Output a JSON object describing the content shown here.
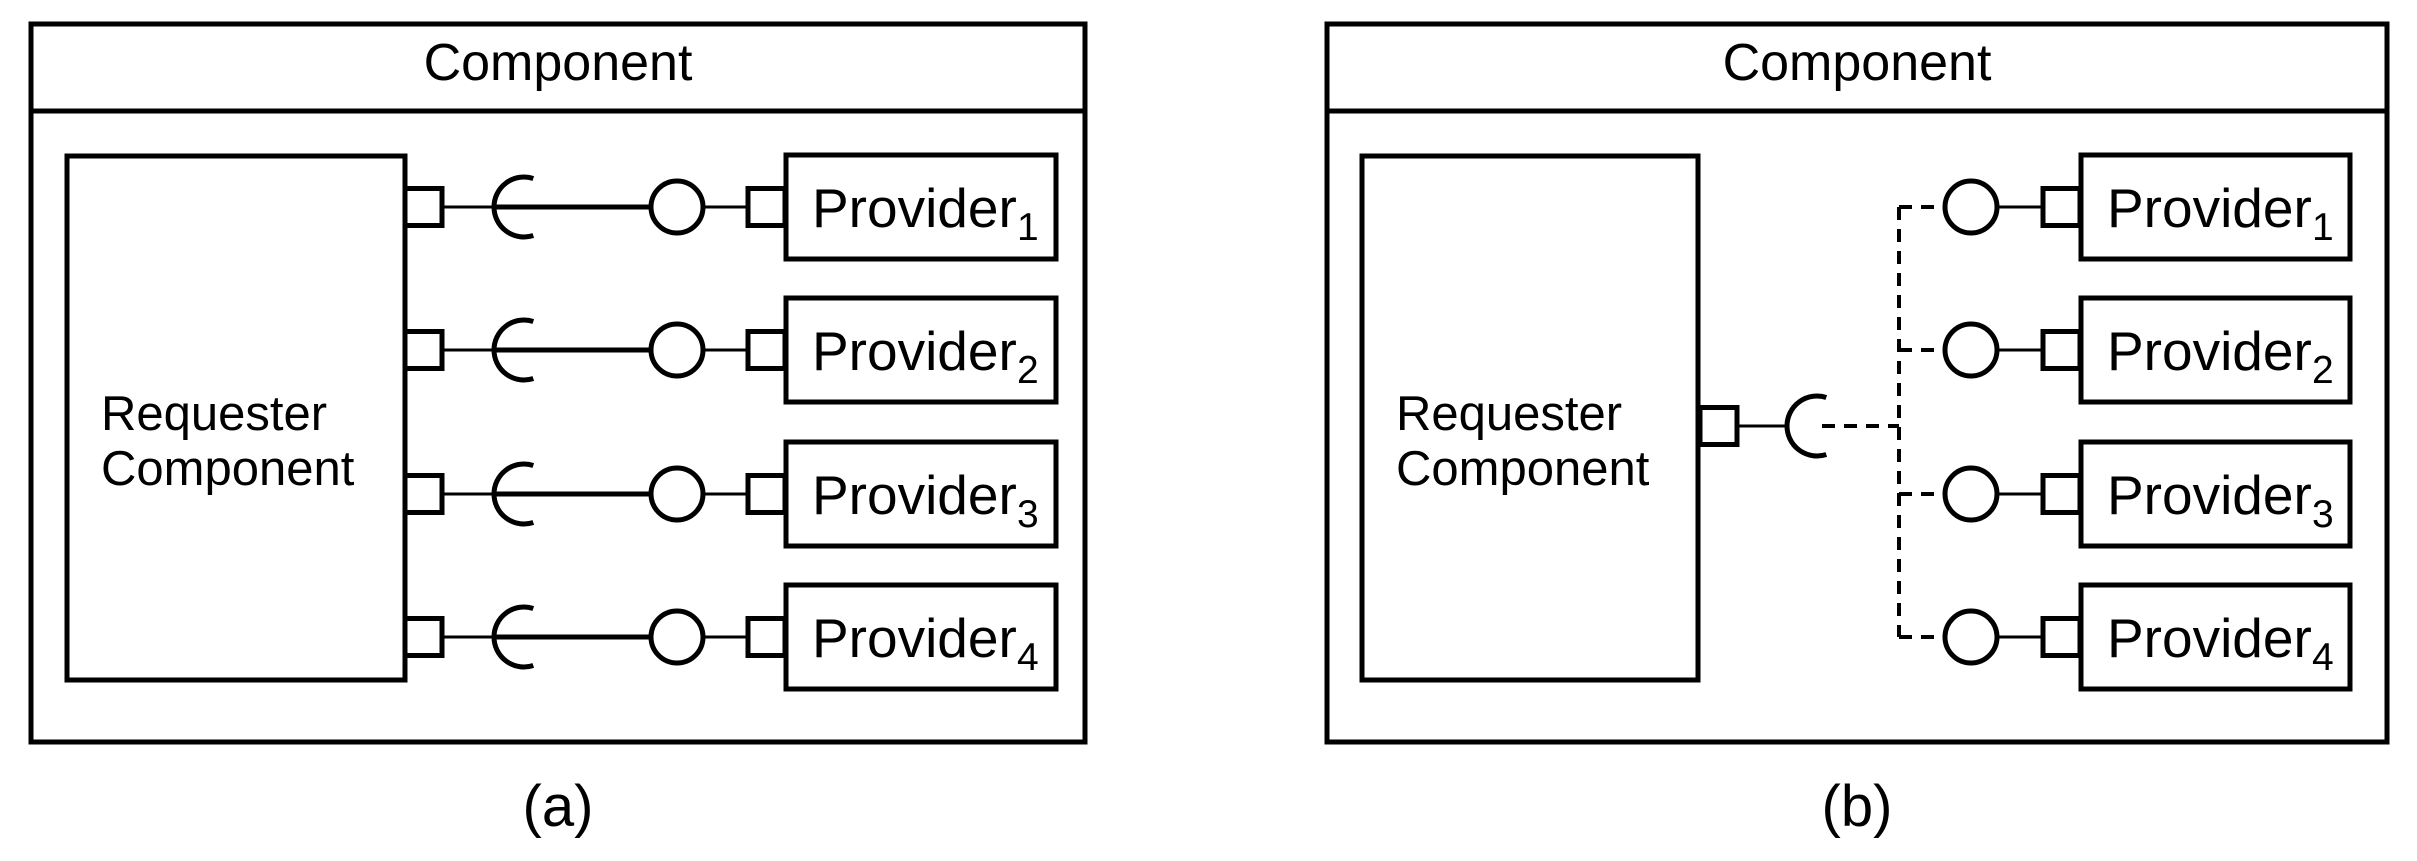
{
  "colors": {
    "stroke": "#000000",
    "background": "#ffffff"
  },
  "panel_a": {
    "title": "Component",
    "requester": {
      "line1": "Requester",
      "line2": "Component"
    },
    "providers": [
      {
        "name": "Provider",
        "sub": "1"
      },
      {
        "name": "Provider",
        "sub": "2"
      },
      {
        "name": "Provider",
        "sub": "3"
      },
      {
        "name": "Provider",
        "sub": "4"
      }
    ],
    "caption": "(a)"
  },
  "panel_b": {
    "title": "Component",
    "requester": {
      "line1": "Requester",
      "line2": "Component"
    },
    "providers": [
      {
        "name": "Provider",
        "sub": "1"
      },
      {
        "name": "Provider",
        "sub": "2"
      },
      {
        "name": "Provider",
        "sub": "3"
      },
      {
        "name": "Provider",
        "sub": "4"
      }
    ],
    "caption": "(b)"
  }
}
